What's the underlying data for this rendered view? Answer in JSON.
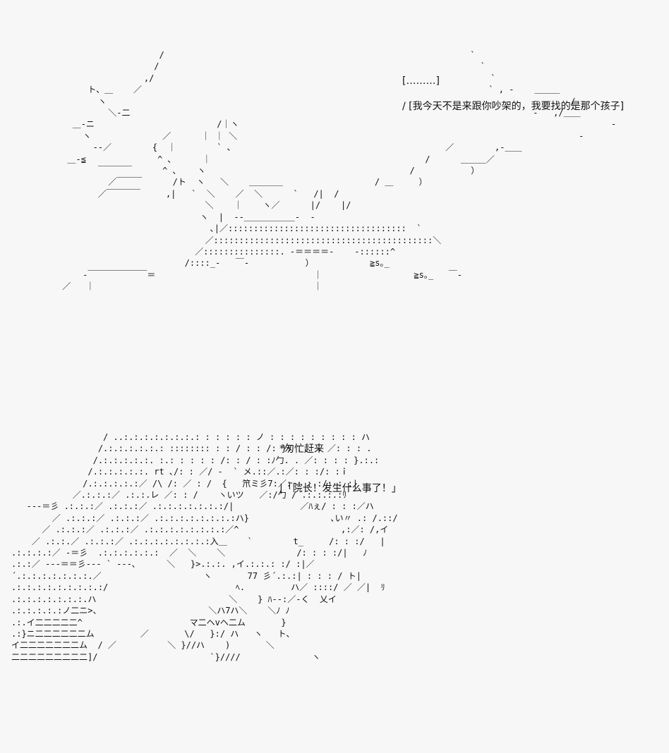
{
  "panel1": {
    "art_lines": [
      "                             /                                                            ` ",
      "                            /                                                               ` ",
      "                          ,/                                                                  ` ",
      "               ト、＿    ／                                                                    ` , ‐    ＿＿＿",
      "                 ヽ                                                                                           /",
      "                   ＼‐二                                                                               ‐   ,/＿＿",
      "            ＿‐ニ                        /｜ヽ                                                                         ‐",
      "              ヽ              ／      ｜ ｜ ＼                                                                   ‐",
      "                ‐‐／        {  ｜        ` ､                                          ／        ,‐＿＿",
      "           ＿‐≦              ^ ､      ｜                                          /      ＿＿＿／",
      "                 ￣￣￣￣      ^ ､    ヽ                                        /           ）",
      "                   ／￣￣￣      /ト  ヽ   ＼    ＿＿＿＿                  / ＿     ）",
      "                 ／￣￣￣￣     ,|   `  ＼    ／  ＼      `   /|  /",
      "                                      ＼    ｜    ヽ／      |/    |/",
      "                                     ヽ  |  ‐‐＿＿＿＿＿＿‐  -",
      "                                       ､|／:::::::::::::::::::::::::::::::::::  `",
      "                                      ／:::::::::::::::::::::::::::::::::::::::::::＼",
      "                                    ／:::::::::::::::. ‐＝＝＝＝‐    ‐::::::^",
      "                                  /::::_‐   ￣‐           ）           ≧s｡_",
      "              ‐￣￣￣￣￣￣￣＝                               ｜                  ≧s｡_   ￣‐",
      "          ／   ｜                                           ｜"
    ]
  },
  "panel2": {
    "art_lines": [
      "                  / ..:.:.:.:.:.:.:.: : : : : : ノ : : : : : : : : : ハ",
      "                 /.:.:.:.:.:.: :::::::: : : / : : /: }: . . . ／: : : .",
      "                /.:.:.:.:.:. :.: : : : : /: : / : :ﾉ勹. . ／: : : : }.:.:",
      "               /.:.:.:.:.:. rt ､/: : ／/ ‐  ` メ.::／.:／: : :/: :ｉ",
      "              /.:.:.:.:.:／ /\\ /: ／ : /  {   笊ミ彡7:／: : : :/: : :|",
      "            ／.:.:.:／ .:.:.レ ／: : /    ヽいツ   ／:/勹 / .:.:.:.:ﾘ",
      "   ‐‐‐＝彡 .:.:.:／ .:.:.:／ .:.:.:.:.:.:.:/|             ／ﾊぇ/ : : :／ハ",
      "        ／ .:.:.:／ .:.:.:／ .:.:.:.:.:.:.:.:ハ}                ､い〃 .: /.::/",
      "      ／ .:.:.:／ .:.:.:／ .:.:.:.:.:.:.:.:／^                    ,:／: /,イ",
      "    ／ .:.:.／ .:.:.:／ .:.:.:.:.:.:.:.:入＿    `        t_     /: : :/   |",
      ".:.:.:.:／ ‐＝彡  .:.:.:.:.:.:  ／  ＼    ＼              /: : : :/|   ﾉ",
      ".:.:／ ‐‐‐＝＝彡‐‐‐ ` ‐‐-､      ＼   }>.:.:. ,イ.:.:.: :/ :|／",
      "´.:.:.:.:.:.:.:.／                    ヽ       77 彡´.:.:| : : : / ト|",
      ".:.:.:.:.:.:.:.:.:/                         ﾍ.         ハ／ ::::/ ／ ／|  ﾘ",
      ".:.:.:.:.:.:.:.ハ                          ＼    } ﾊ‐‐:／‐く  乂イ",
      ".:.:.:.:.:ノ二ニ>、                     ＼ハ7ハ＼    ＼ﾉ ﾉ",
      ".:.イ二二二二二^                     マ二ヘvヘ二ム       }",
      ".:}ニ二二二二二二ム         ／       \\/   }:/ ハ   ヽ   ト、",
      "イ二二二二二二二ム  / ／          ＼ }//ハ    )       ＼",
      "二二二二二二二二二]/                      `}////              ヽ"
    ]
  },
  "speech": {
    "line1": "[………]",
    "line2": "/ [我今天不是来跟你吵架的，我要找的是那个孩子]",
    "line3": "*匆忙赶来",
    "line4": "|「院长！发生什么事了！」"
  }
}
